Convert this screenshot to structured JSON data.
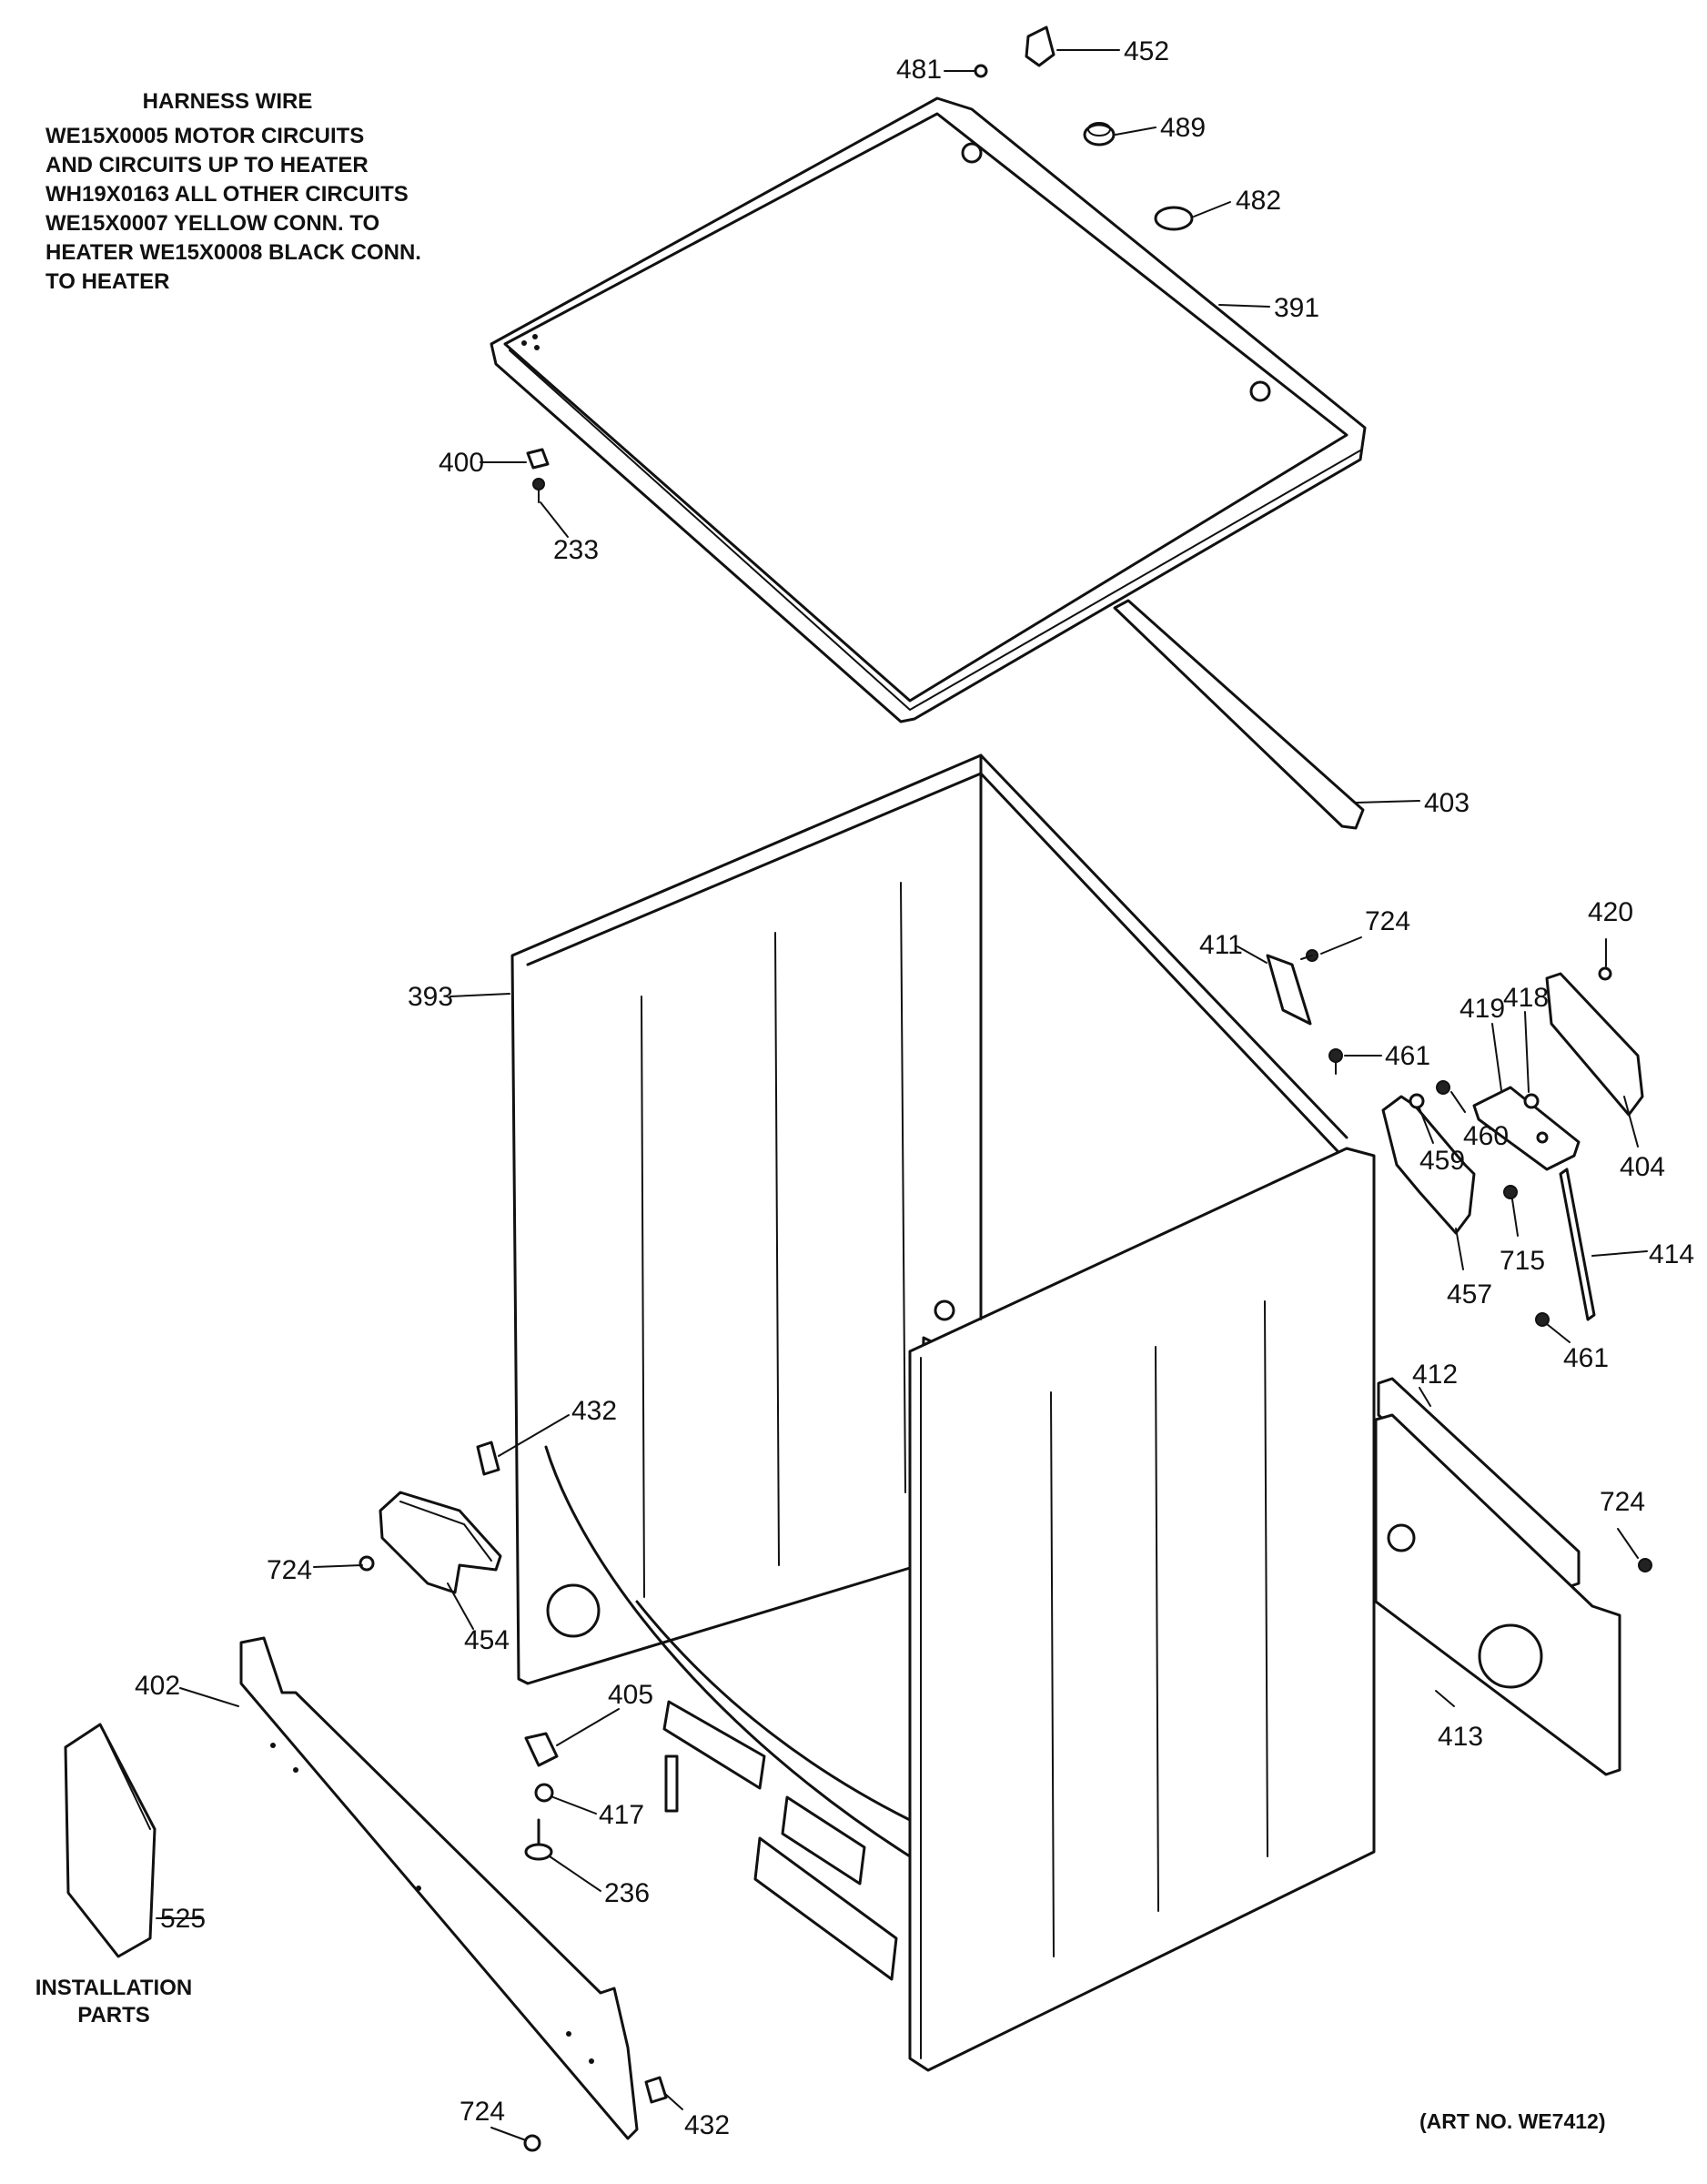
{
  "harness_note": {
    "heading": "HARNESS WIRE",
    "lines": [
      "WE15X0005 MOTOR CIRCUITS",
      "AND CIRCUITS UP TO HEATER",
      "WH19X0163 ALL OTHER CIRCUITS",
      "WE15X0007 YELLOW CONN. TO",
      "HEATER WE15X0008 BLACK CONN.",
      "TO HEATER"
    ]
  },
  "installation_label": [
    "INSTALLATION",
    "PARTS"
  ],
  "art_number": "(ART NO. WE7412)",
  "callouts": [
    {
      "id": "c452",
      "text": "452"
    },
    {
      "id": "c481",
      "text": "481"
    },
    {
      "id": "c489",
      "text": "489"
    },
    {
      "id": "c482",
      "text": "482"
    },
    {
      "id": "c391",
      "text": "391"
    },
    {
      "id": "c400",
      "text": "400"
    },
    {
      "id": "c233",
      "text": "233"
    },
    {
      "id": "c403",
      "text": "403"
    },
    {
      "id": "c393",
      "text": "393"
    },
    {
      "id": "c411",
      "text": "411"
    },
    {
      "id": "c724a",
      "text": "724"
    },
    {
      "id": "c461a",
      "text": "461"
    },
    {
      "id": "c420",
      "text": "420"
    },
    {
      "id": "c419",
      "text": "419"
    },
    {
      "id": "c418",
      "text": "418"
    },
    {
      "id": "c460",
      "text": "460"
    },
    {
      "id": "c459",
      "text": "459"
    },
    {
      "id": "c404",
      "text": "404"
    },
    {
      "id": "c715",
      "text": "715"
    },
    {
      "id": "c414",
      "text": "414"
    },
    {
      "id": "c457",
      "text": "457"
    },
    {
      "id": "c461b",
      "text": "461"
    },
    {
      "id": "c412",
      "text": "412"
    },
    {
      "id": "c724b",
      "text": "724"
    },
    {
      "id": "c413",
      "text": "413"
    },
    {
      "id": "c432a",
      "text": "432"
    },
    {
      "id": "c724c",
      "text": "724"
    },
    {
      "id": "c454",
      "text": "454"
    },
    {
      "id": "c402",
      "text": "402"
    },
    {
      "id": "c405",
      "text": "405"
    },
    {
      "id": "c417",
      "text": "417"
    },
    {
      "id": "c236",
      "text": "236"
    },
    {
      "id": "c525",
      "text": "525"
    },
    {
      "id": "c724d",
      "text": "724"
    },
    {
      "id": "c432b",
      "text": "432"
    }
  ]
}
